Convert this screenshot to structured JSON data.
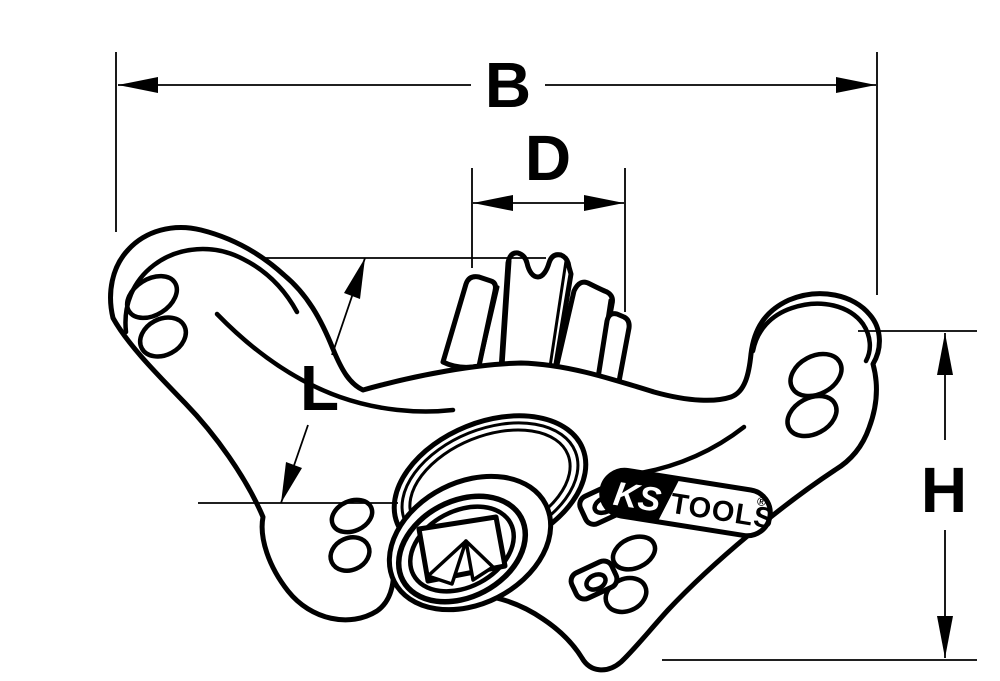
{
  "page": {
    "background_color": "#ffffff",
    "line_color": "#000000"
  },
  "drawing": {
    "dimensions": {
      "width_label": "B",
      "pulley_diameter_label": "D",
      "diagonal_label": "L",
      "height_label": "H"
    },
    "logo": {
      "brand_left": "KS",
      "brand_right": "TOOLS",
      "registered_mark": "®"
    }
  }
}
